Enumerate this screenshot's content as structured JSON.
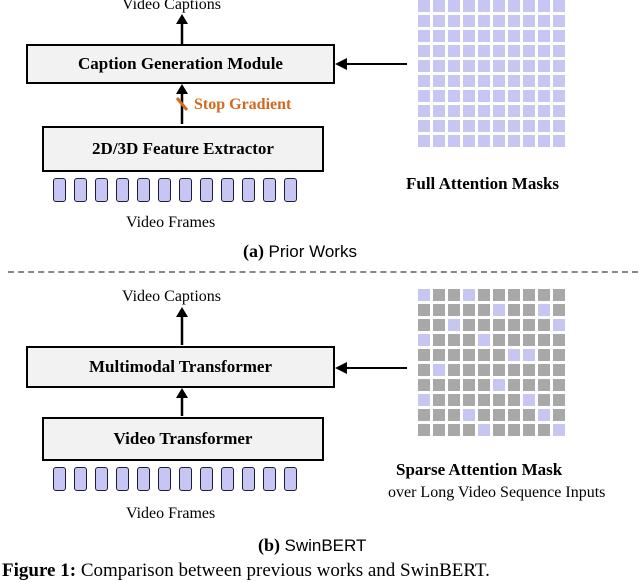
{
  "prior": {
    "output_label": "Video Captions",
    "caption_module": "Caption Generation Module",
    "stop_gradient": "Stop Gradient",
    "feature_extractor": "2D/3D Feature Extractor",
    "frames_label": "Video Frames",
    "mask_title": "Full Attention Masks",
    "panel_tag": "(a)",
    "panel_name": "Prior Works"
  },
  "swin": {
    "output_label": "Video Captions",
    "multimodal": "Multimodal Transformer",
    "video_transformer": "Video Transformer",
    "frames_label": "Video Frames",
    "mask_title": "Sparse Attention Mask",
    "mask_subtitle": "over Long Video Sequence Inputs",
    "panel_tag": "(b)",
    "panel_name": "SwinBERT"
  },
  "figure_caption": {
    "label": "Figure 1:",
    "text": "Comparison between previous works and SwinBERT."
  },
  "colors": {
    "frame_fill": "#c7c6f3",
    "mask_active": "#c7c6f3",
    "mask_inactive": "#a8a8a8",
    "stop_gradient": "#d2691e"
  },
  "full_mask": {
    "rows": 10,
    "cols": 10
  },
  "sparse_mask": {
    "rows": 10,
    "cols": 10,
    "active_cells": [
      [
        0,
        0
      ],
      [
        0,
        3
      ],
      [
        1,
        5
      ],
      [
        1,
        8
      ],
      [
        2,
        2
      ],
      [
        2,
        9
      ],
      [
        3,
        0
      ],
      [
        3,
        4
      ],
      [
        4,
        6
      ],
      [
        4,
        7
      ],
      [
        5,
        1
      ],
      [
        6,
        5
      ],
      [
        7,
        0
      ],
      [
        7,
        7
      ],
      [
        8,
        3
      ],
      [
        8,
        8
      ],
      [
        9,
        4
      ],
      [
        9,
        9
      ]
    ]
  }
}
